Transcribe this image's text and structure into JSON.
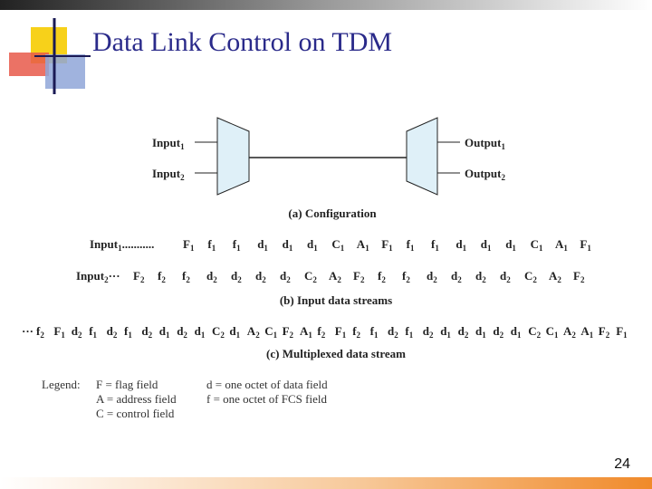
{
  "slide": {
    "title": "Data Link Control on TDM",
    "page_number": "24"
  },
  "colors": {
    "title": "#2a2a8a",
    "accent_yellow": "#f7d11a",
    "accent_red": "#e8594a",
    "accent_blue": "#8fa6d8",
    "mux_fill": "#dff0f8"
  },
  "figure": {
    "config": {
      "input1": "Input",
      "input1_sub": "1",
      "input2": "Input",
      "input2_sub": "2",
      "output1": "Output",
      "output1_sub": "1",
      "output2": "Output",
      "output2_sub": "2",
      "caption": "(a) Configuration"
    },
    "streams": {
      "input1_label": "Input",
      "input1_sub": "1",
      "input1_dots": "...........",
      "input1_items": [
        {
          "t": "F",
          "s": "1"
        },
        {
          "t": "f",
          "s": "1"
        },
        {
          "t": "f",
          "s": "1"
        },
        {
          "t": "d",
          "s": "1"
        },
        {
          "t": "d",
          "s": "1"
        },
        {
          "t": "d",
          "s": "1"
        },
        {
          "t": "C",
          "s": "1"
        },
        {
          "t": "A",
          "s": "1"
        },
        {
          "t": "F",
          "s": "1"
        },
        {
          "t": "f",
          "s": "1"
        },
        {
          "t": "f",
          "s": "1"
        },
        {
          "t": "d",
          "s": "1"
        },
        {
          "t": "d",
          "s": "1"
        },
        {
          "t": "d",
          "s": "1"
        },
        {
          "t": "C",
          "s": "1"
        },
        {
          "t": "A",
          "s": "1"
        },
        {
          "t": "F",
          "s": "1"
        }
      ],
      "input2_label": "Input",
      "input2_sub": "2",
      "input2_dots": "···",
      "input2_items": [
        {
          "t": "F",
          "s": "2"
        },
        {
          "t": "f",
          "s": "2"
        },
        {
          "t": "f",
          "s": "2"
        },
        {
          "t": "d",
          "s": "2"
        },
        {
          "t": "d",
          "s": "2"
        },
        {
          "t": "d",
          "s": "2"
        },
        {
          "t": "d",
          "s": "2"
        },
        {
          "t": "C",
          "s": "2"
        },
        {
          "t": "A",
          "s": "2"
        },
        {
          "t": "F",
          "s": "2"
        },
        {
          "t": "f",
          "s": "2"
        },
        {
          "t": "f",
          "s": "2"
        },
        {
          "t": "d",
          "s": "2"
        },
        {
          "t": "d",
          "s": "2"
        },
        {
          "t": "d",
          "s": "2"
        },
        {
          "t": "d",
          "s": "2"
        },
        {
          "t": "C",
          "s": "2"
        },
        {
          "t": "A",
          "s": "2"
        },
        {
          "t": "F",
          "s": "2"
        }
      ],
      "caption": "(b) Input data streams"
    },
    "multiplexed": {
      "dots": "···",
      "items": [
        {
          "t": "f",
          "s": "2"
        },
        {
          "t": "F",
          "s": "1"
        },
        {
          "t": "d",
          "s": "2"
        },
        {
          "t": "f",
          "s": "1"
        },
        {
          "t": "d",
          "s": "2"
        },
        {
          "t": "f",
          "s": "1"
        },
        {
          "t": "d",
          "s": "2"
        },
        {
          "t": "d",
          "s": "1"
        },
        {
          "t": "d",
          "s": "2"
        },
        {
          "t": "d",
          "s": "1"
        },
        {
          "t": "C",
          "s": "2"
        },
        {
          "t": "d",
          "s": "1"
        },
        {
          "t": "A",
          "s": "2"
        },
        {
          "t": "C",
          "s": "1"
        },
        {
          "t": "F",
          "s": "2"
        },
        {
          "t": "A",
          "s": "1"
        },
        {
          "t": "f",
          "s": "2"
        },
        {
          "t": "F",
          "s": "1"
        },
        {
          "t": "f",
          "s": "2"
        },
        {
          "t": "f",
          "s": "1"
        },
        {
          "t": "d",
          "s": "2"
        },
        {
          "t": "f",
          "s": "1"
        },
        {
          "t": "d",
          "s": "2"
        },
        {
          "t": "d",
          "s": "1"
        },
        {
          "t": "d",
          "s": "2"
        },
        {
          "t": "d",
          "s": "1"
        },
        {
          "t": "d",
          "s": "2"
        },
        {
          "t": "d",
          "s": "1"
        },
        {
          "t": "C",
          "s": "2"
        },
        {
          "t": "C",
          "s": "1"
        },
        {
          "t": "A",
          "s": "2"
        },
        {
          "t": "A",
          "s": "1"
        },
        {
          "t": "F",
          "s": "2"
        },
        {
          "t": "F",
          "s": "1"
        }
      ],
      "caption": "(c) Multiplexed data stream"
    },
    "legend": {
      "heading": "Legend:",
      "rows": [
        {
          "left": "F = flag field",
          "right": "d = one octet of data field"
        },
        {
          "left": "A = address field",
          "right": "f = one octet of FCS field"
        },
        {
          "left": "C = control field",
          "right": ""
        }
      ]
    }
  }
}
